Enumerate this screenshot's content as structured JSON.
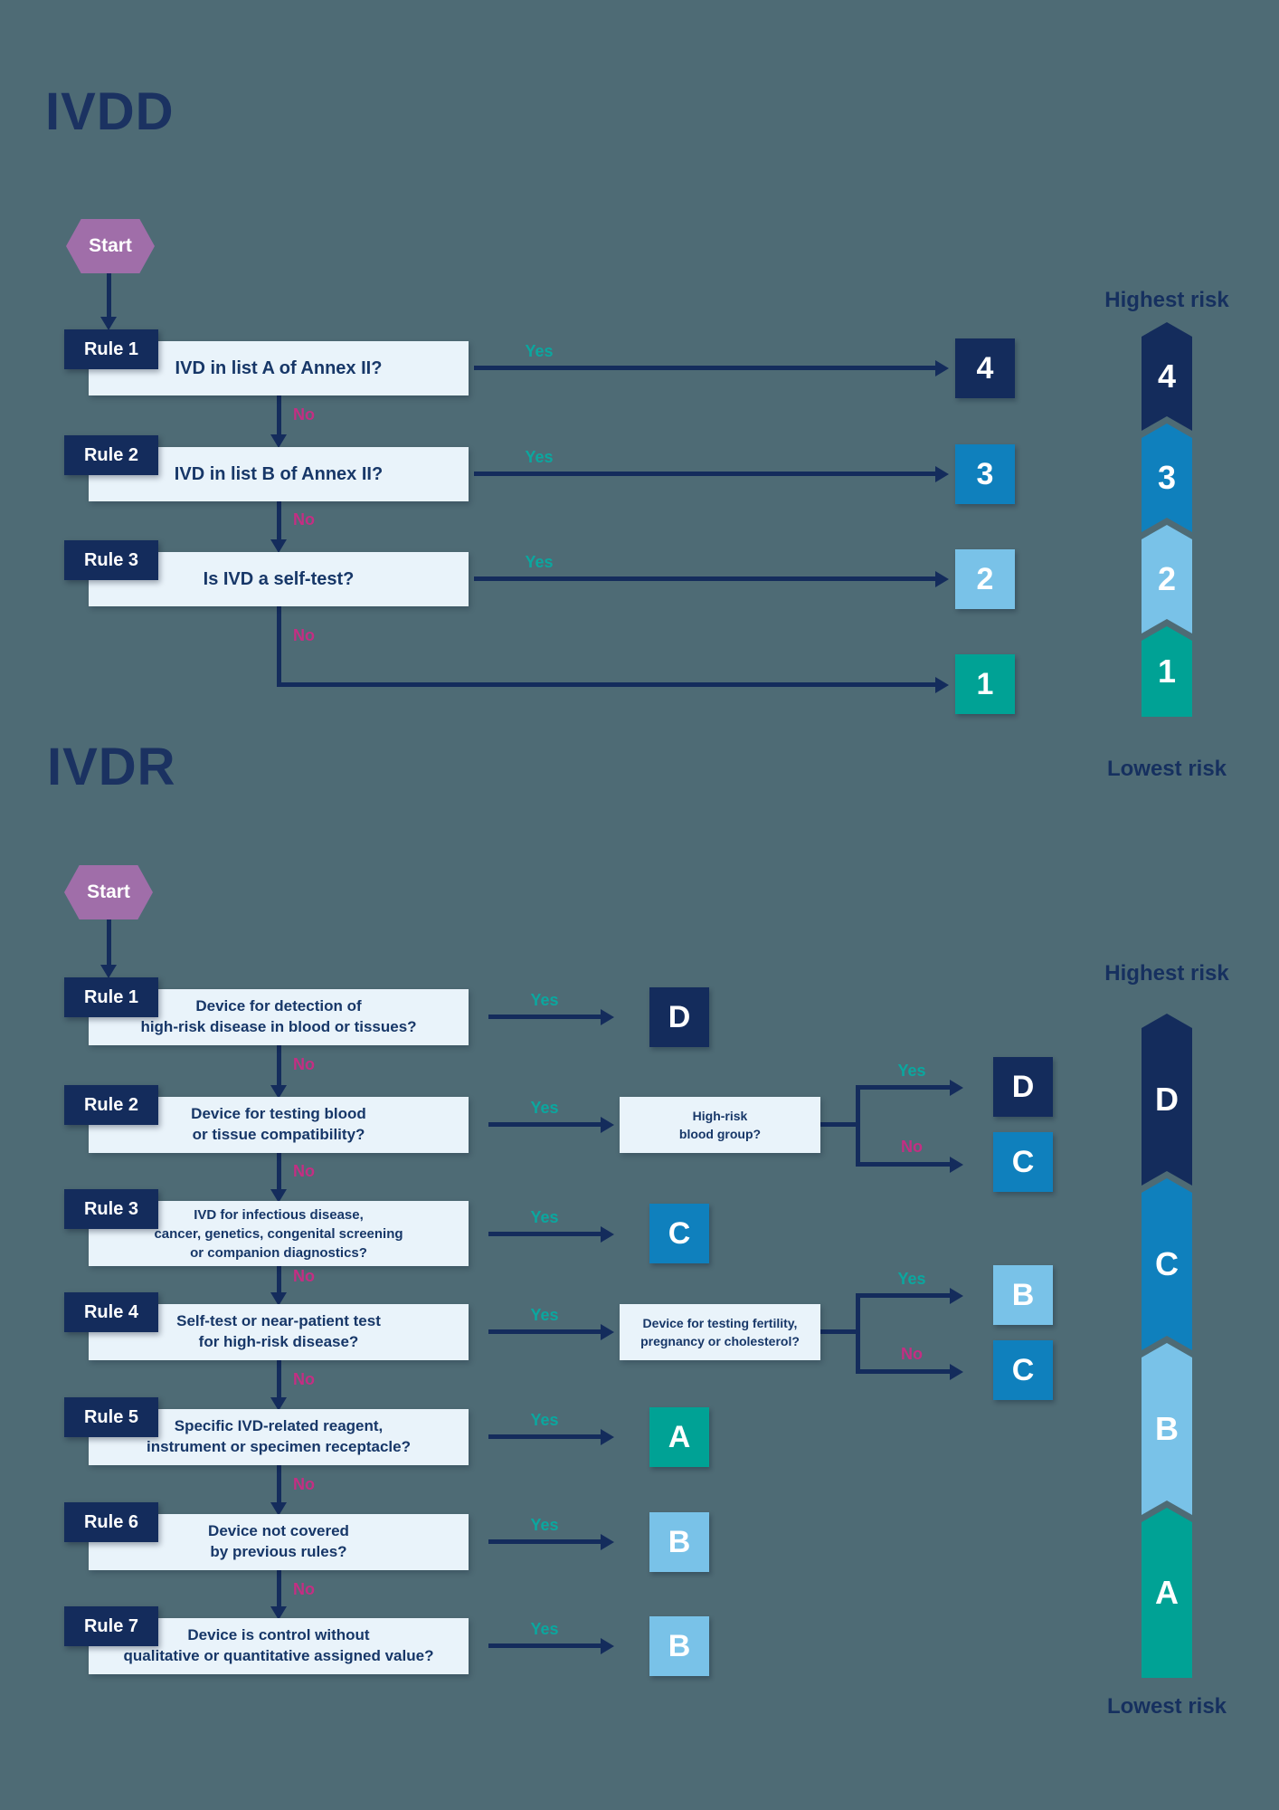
{
  "palette": {
    "background": "#4e6b75",
    "navy": "#142c5c",
    "blue": "#0f80bd",
    "light_blue": "#79c2e8",
    "teal": "#00a295",
    "purple": "#a06ea9",
    "question_box": "#e9f3fa",
    "yes_color": "#0ba79f",
    "no_color": "#c42e83"
  },
  "labels": {
    "start": "Start",
    "yes": "Yes",
    "no": "No",
    "highest_risk": "Highest risk",
    "lowest_risk": "Lowest risk"
  },
  "ivdd": {
    "title": "IVDD",
    "rules": [
      {
        "tab": "Rule 1",
        "question_lines": [
          "IVD in list A of Annex II?"
        ],
        "yes_class": "4"
      },
      {
        "tab": "Rule 2",
        "question_lines": [
          "IVD in list B of Annex II?"
        ],
        "yes_class": "3"
      },
      {
        "tab": "Rule 3",
        "question_lines": [
          "Is IVD a self-test?"
        ],
        "yes_class": "2"
      }
    ],
    "no_class": "1",
    "risk_scale": [
      "4",
      "3",
      "2",
      "1"
    ]
  },
  "ivdr": {
    "title": "IVDR",
    "rules": [
      {
        "tab": "Rule 1",
        "question_lines": [
          "Device for detection of",
          "high-risk disease in blood or tissues?"
        ],
        "yes_class": "D"
      },
      {
        "tab": "Rule 2",
        "question_lines": [
          "Device for testing blood",
          "or tissue compatibility?"
        ],
        "subquestion_lines": [
          "High-risk",
          "blood group?"
        ],
        "sub_yes_class": "D",
        "sub_no_class": "C"
      },
      {
        "tab": "Rule 3",
        "question_lines": [
          "IVD for infectious disease,",
          "cancer, genetics, congenital screening",
          "or companion diagnostics?"
        ],
        "yes_class": "C"
      },
      {
        "tab": "Rule 4",
        "question_lines": [
          "Self-test or near-patient test",
          "for high-risk disease?"
        ],
        "subquestion_lines": [
          "Device for testing fertility,",
          "pregnancy or cholesterol?"
        ],
        "sub_yes_class": "B",
        "sub_no_class": "C"
      },
      {
        "tab": "Rule 5",
        "question_lines": [
          "Specific IVD-related reagent,",
          "instrument or specimen receptacle?"
        ],
        "yes_class": "A"
      },
      {
        "tab": "Rule 6",
        "question_lines": [
          "Device not covered",
          "by previous rules?"
        ],
        "yes_class": "B"
      },
      {
        "tab": "Rule 7",
        "question_lines": [
          "Device is control without",
          "qualitative or quantitative assigned value?"
        ],
        "yes_class": "B"
      }
    ],
    "risk_scale": [
      "D",
      "C",
      "B",
      "A"
    ]
  }
}
